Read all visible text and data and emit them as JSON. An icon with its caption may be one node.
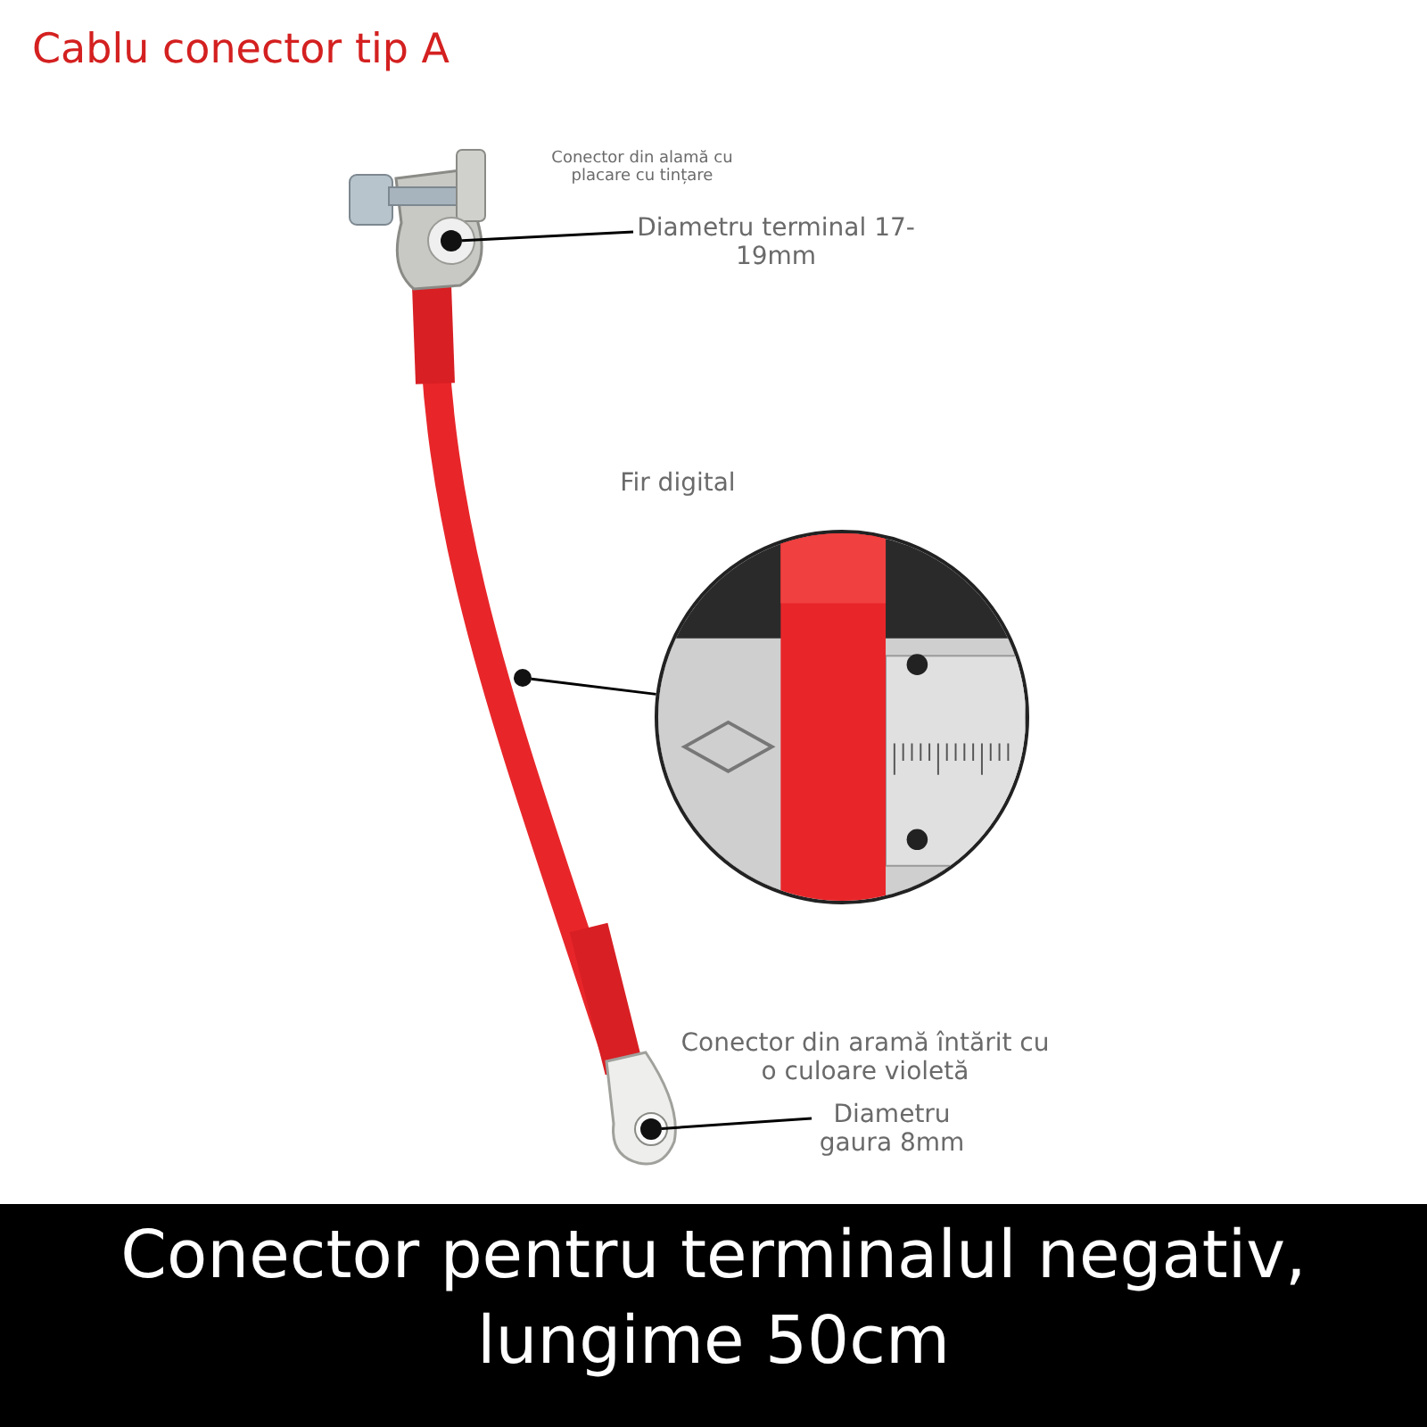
{
  "diagram": {
    "title": "Cablu conector tip A",
    "caption": "Conector pentru terminalul negativ, lungime 50cm",
    "nodes": [
      {
        "text": [
          "Diametru terminal 17-19mm"
        ]
      },
      {
        "text": [],
        "shape": "circle"
      },
      {
        "text": [],
        "shape": "picture"
      },
      {
        "text": [],
        "shape": "circle"
      },
      {
        "text": [
          "Diametru gaura 8mm"
        ]
      },
      {
        "text": [],
        "shape": "circle"
      }
    ],
    "edges": [
      {
        "from": 0,
        "to": 1,
        "arrow": "none"
      },
      {
        "from": 2,
        "to": 3,
        "arrow": "none"
      },
      {
        "from": 4,
        "to": 5,
        "arrow": "none"
      }
    ],
    "labels": [
      "Conector din alamă cu placare cu tințare",
      "Fir digital",
      "Conector din aramă întărit cu o culoare violetă"
    ]
  }
}
